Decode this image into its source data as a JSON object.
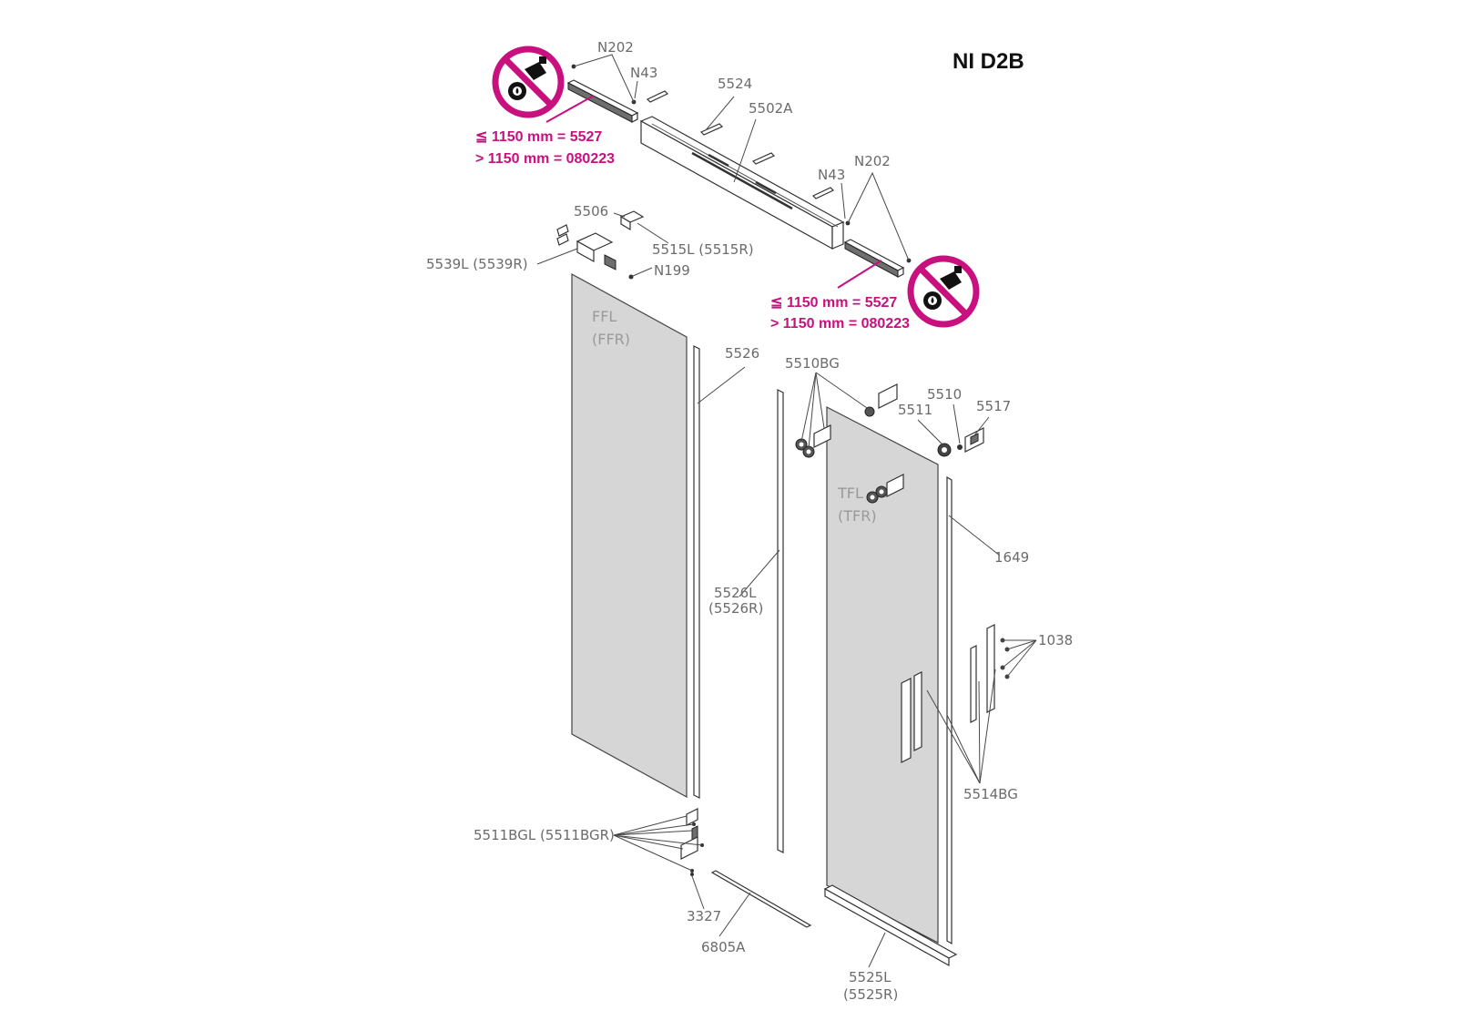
{
  "title": "NI D2B",
  "colors": {
    "accent": "#c8107f",
    "line": "#4a4a4a",
    "glass": "#d6d6d6"
  },
  "icons": [
    "no-lubricant-spray-icon",
    "no-lubricant-spray-icon"
  ],
  "notes": {
    "top_left": {
      "line1": "≦ 1150 mm = 5527",
      "line2": "> 1150 mm = 080223"
    },
    "right": {
      "line1": "≦ 1150 mm = 5527",
      "line2": "> 1150 mm = 080223"
    }
  },
  "labels": {
    "n202_a": "N202",
    "n43_a": "N43",
    "p5524": "5524",
    "p5502a": "5502A",
    "n43_b": "N43",
    "n202_b": "N202",
    "p5506": "5506",
    "p5515": "5515L (5515R)",
    "p5539": "5539L (5539R)",
    "n199": "N199",
    "ffl": "FFL",
    "ffr": "(FFR)",
    "p5526": "5526",
    "p5510bg": "5510BG",
    "p5511": "5511",
    "p5510": "5510",
    "p5517": "5517",
    "tfl": "TFL",
    "tfr": "(TFR)",
    "p1649": "1649",
    "p5526l": "5526L",
    "p5526r": "(5526R)",
    "p1038": "1038",
    "p5514bg": "5514BG",
    "p5511bgl": "5511BGL (5511BGR)",
    "p3327": "3327",
    "p6805a": "6805A",
    "p5525l": "5525L",
    "p5525r": "(5525R)"
  }
}
